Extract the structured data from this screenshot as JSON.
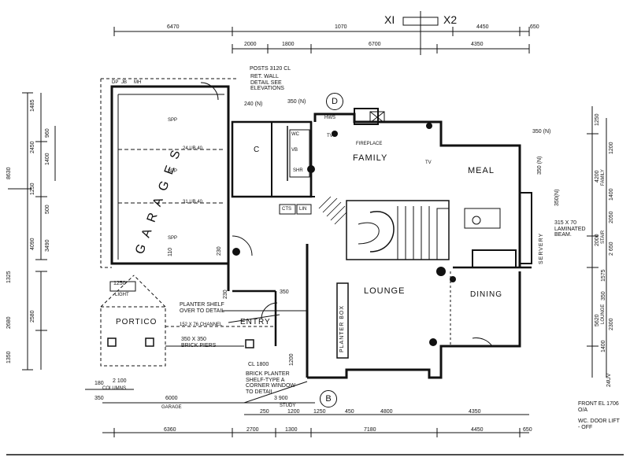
{
  "section_marker": {
    "left": "XI",
    "right": "X2"
  },
  "top_dims_row1": [
    "6470",
    "1070",
    "4450",
    "650"
  ],
  "top_dims_row2": [
    "2000",
    "1800",
    "6700",
    "4350"
  ],
  "bottom_dims_row1": [
    "350",
    "6000",
    "3 900",
    "250",
    "1200",
    "1250",
    "450",
    "4800",
    "4350"
  ],
  "bottom_dims_row2": [
    "6360",
    "2700",
    "1300",
    "7180",
    "4450",
    "650"
  ],
  "left_dims": [
    "1485",
    "2450",
    "960",
    "1400",
    "8630",
    "1250",
    "500",
    "3490",
    "4090",
    "1325",
    "2580",
    "2680",
    "1350"
  ],
  "right_dims": [
    "1250",
    "1200",
    "4200",
    "FAMILY",
    "1400",
    "2050",
    "2000",
    "STAIR",
    "2 650",
    "1575",
    "350",
    "5620",
    "LOUNGE",
    "2300",
    "1400",
    "24UV"
  ],
  "rooms": {
    "garages": "GARAGES",
    "family": "FAMILY",
    "meal": "MEAL",
    "lounge": "LOUNGE",
    "dining": "DINING",
    "entry": "ENTRY",
    "portico": "PORTICO",
    "study": "STUDY"
  },
  "labels": {
    "posts": "POSTS 3120 CL",
    "ret_wall": "RET. WALL DETAIL SEE ELEVATIONS",
    "d240": "240 (N)",
    "d350n": "350 (N)",
    "hws": "HWS",
    "fireplace": "FIREPLACE",
    "tv1": "TV",
    "tv2": "TV",
    "wc": "WC",
    "vb": "VB",
    "shr": "SHR",
    "c": "C",
    "cts": "CTS",
    "lin": "LIN",
    "spp1": "SPP",
    "spp2": "SPP",
    "spp3": "SPP",
    "ub1": "24 UB 40",
    "ub2": "31 UB 40",
    "laminated": "315 X 70 LAMINATED BEAM.",
    "servery": "SERVERY",
    "light": "LIGHT",
    "planter_shelf": "PLANTER SHELF OVER TO DETAIL",
    "channel": "152 X 76 CHANNEL",
    "brick_piers": "350 X 350 BRICK PIERS",
    "cl1800": "CL 1800",
    "brick_planter": "BRICK PLANTER SHELF-TYPE A CORNER WINDOW TO DETAIL",
    "planter_box": "PLANTER BOX",
    "columns": "COLUMNS",
    "garage": "GARAGE",
    "front_el": "FRONT EL 1706 O/A",
    "wc_door": "WC. DOOR LIFT - OFF",
    "d2100": "2 100",
    "d180": "180",
    "d1250": "1250",
    "d350a": "350",
    "d230a": "230",
    "d110": "110",
    "d230b": "230",
    "d1200": "1200",
    "d350b": "350 (N)",
    "d350c": "350 (N)",
    "d350d": "350(N)",
    "dp": "DP",
    "jb": "JB",
    "mh": "MH"
  },
  "grid_tags": {
    "d": "D",
    "b": "B"
  }
}
